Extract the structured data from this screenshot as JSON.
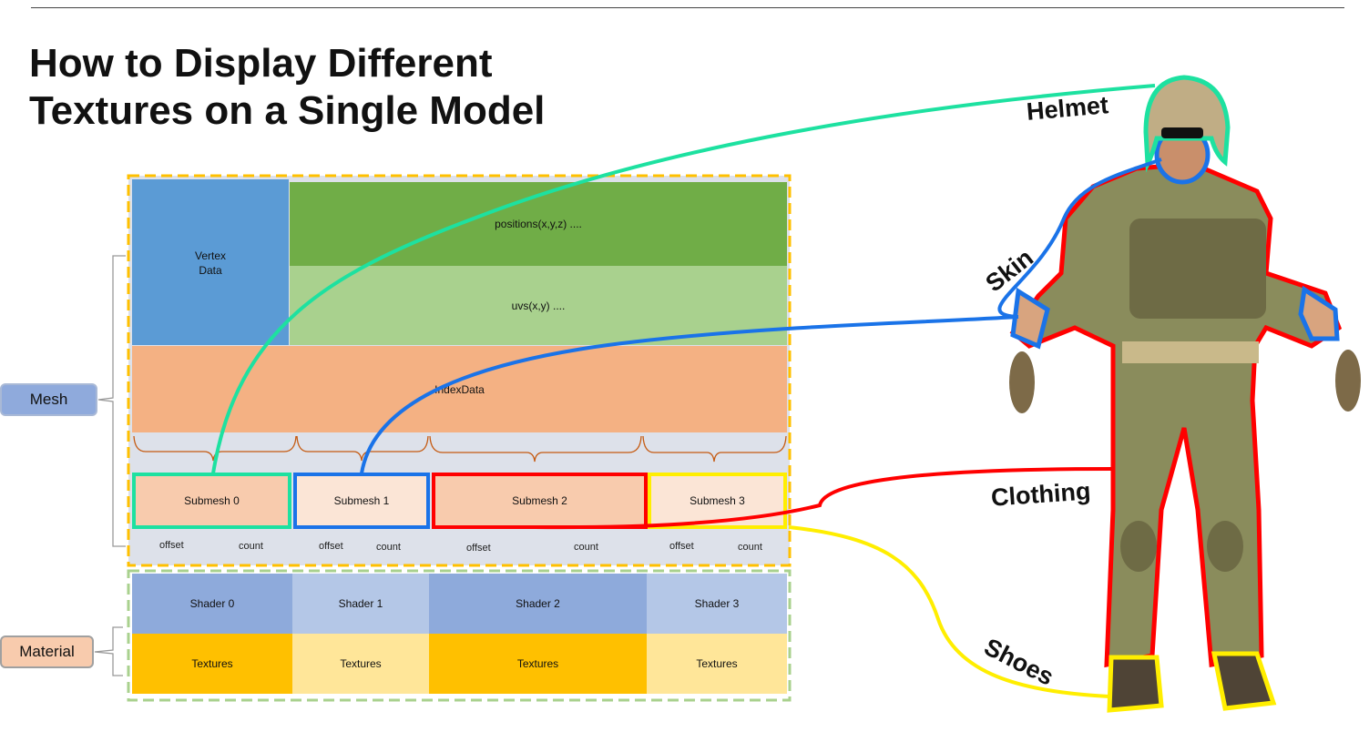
{
  "title": [
    "How to Display Different",
    "Textures on a Single Model"
  ],
  "mesh_label": "Mesh",
  "material_label": "Material",
  "vertex_data": "Vertex\nData",
  "positions": "positions(x,y,z)  ....",
  "uvs": "uvs(x,y)  ....",
  "index_data": "IndexData",
  "submeshes": [
    {
      "label": "Submesh 0",
      "offset": "offset",
      "count": "count"
    },
    {
      "label": "Submesh 1",
      "offset": "offset",
      "count": "count"
    },
    {
      "label": "Submesh 2",
      "offset": "offset",
      "count": "count"
    },
    {
      "label": "Submesh 3",
      "offset": "offset",
      "count": "count"
    }
  ],
  "shaders": [
    "Shader 0",
    "Shader 1",
    "Shader 2",
    "Shader 3"
  ],
  "textures": [
    "Textures",
    "Textures",
    "Textures",
    "Textures"
  ],
  "parts": {
    "helmet": "Helmet",
    "skin": "Skin",
    "clothing": "Clothing",
    "shoes": "Shoes"
  },
  "colors": {
    "vertex": "#5b9bd5",
    "positions": "#70ad47",
    "uvs": "#a9d18e",
    "index": "#f4b183",
    "submesh_dark": "#f8cbad",
    "submesh_light": "#fbe5d6",
    "helmet_line": "#1de1a0",
    "skin_line": "#1a73e8",
    "clothing_line": "#ff0000",
    "shoes_line": "#ffee00",
    "shader_dark": "#8eaadb",
    "shader_light": "#b4c7e7",
    "tex_dark": "#ffc000",
    "tex_light": "#ffe699",
    "mesh_btn": "#8faadc",
    "material_btn": "#f8cbad"
  }
}
